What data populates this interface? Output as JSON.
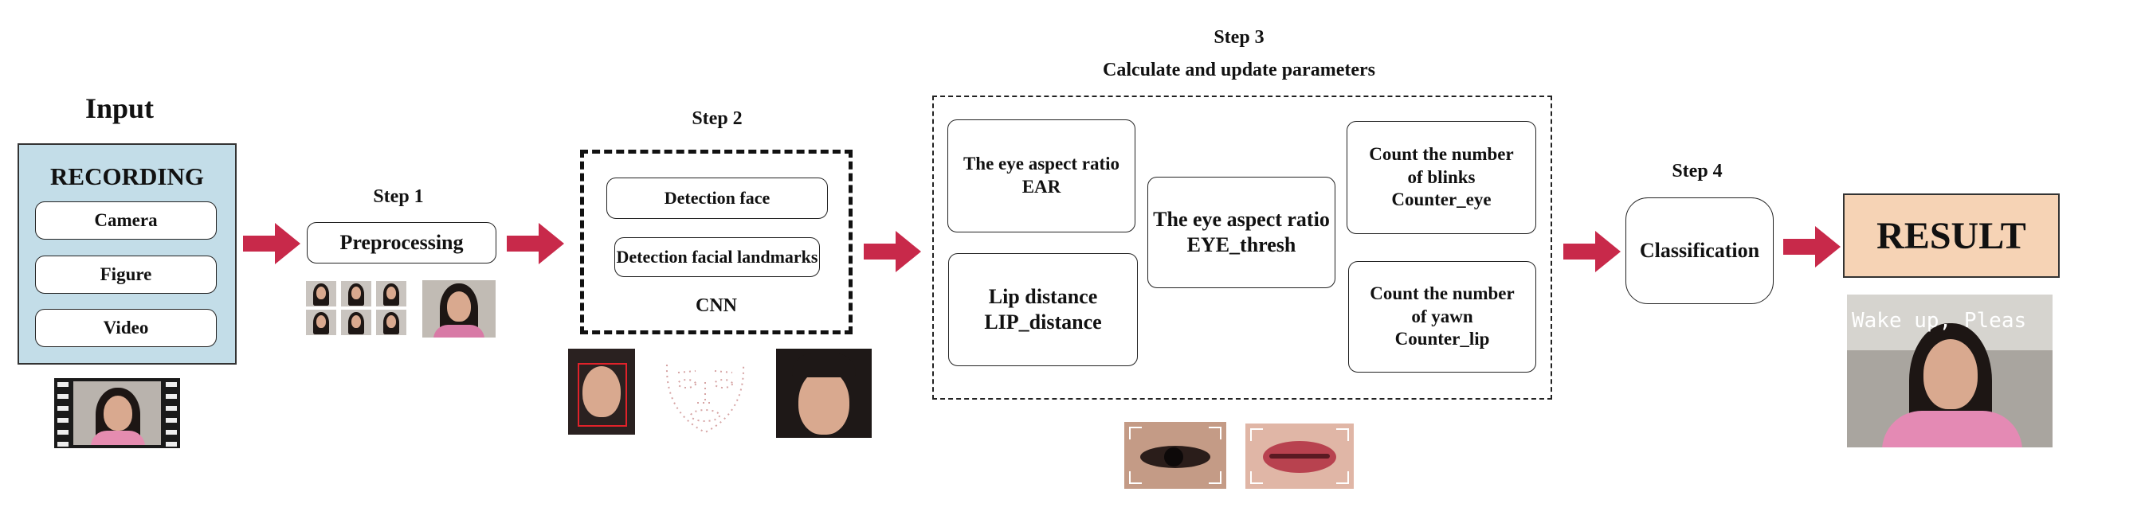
{
  "input": {
    "title": "Input",
    "panel_title": "RECORDING",
    "sources": [
      "Camera",
      "Figure",
      "Video"
    ]
  },
  "step1": {
    "label": "Step 1",
    "box": "Preprocessing"
  },
  "step2": {
    "label": "Step 2",
    "boxes": [
      "Detection face",
      "Detection facial landmarks"
    ],
    "footer": "CNN"
  },
  "step3": {
    "label": "Step 3",
    "subtitle": "Calculate and update parameters",
    "boxes": {
      "ear": "The eye aspect ratio\nEAR",
      "lip": "Lip distance\nLIP_distance",
      "eye_thresh": "The eye aspect ratio\nEYE_thresh",
      "blinks": "Count the number\nof blinks\nCounter_eye",
      "yawn": "Count the number\nof yawn\nCounter_lip"
    }
  },
  "step4": {
    "label": "Step 4",
    "box": "Classification"
  },
  "result": {
    "label": "RESULT",
    "overlay_text": "Wake up, Pleas"
  },
  "colors": {
    "arrow": "#c8294a",
    "recording_panel": "#c3dde8",
    "result_box": "#f6d3b5"
  },
  "icons": [
    "film-strip",
    "face-photo",
    "face-landmark-mesh",
    "eye-crop",
    "lip-crop"
  ]
}
